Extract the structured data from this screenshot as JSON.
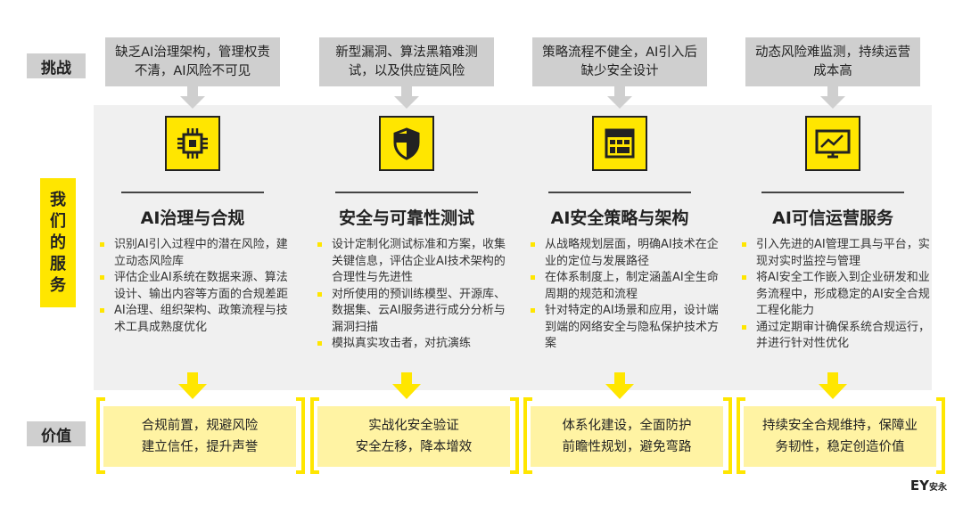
{
  "labels": {
    "challenge": "挑战",
    "services": "我们的服务",
    "value": "价值"
  },
  "columns": [
    {
      "challenge": "缺乏AI治理架构，管理权责不清，AI风险不可见",
      "icon": "chip-icon",
      "title": "AI治理与合规",
      "bullets": [
        "识别AI引入过程中的潜在风险，建立动态风险库",
        "评估企业AI系统在数据来源、算法设计、输出内容等方面的合规差距",
        "AI治理、组织架构、政策流程与技术工具成熟度优化"
      ],
      "value": "合规前置，规避风险\n建立信任，提升声誉"
    },
    {
      "challenge": "新型漏洞、算法黑箱难测试，以及供应链风险",
      "icon": "shield-icon",
      "title": "安全与可靠性测试",
      "bullets": [
        "设计定制化测试标准和方案，收集关键信息，评估企业AI技术架构的合理性与先进性",
        "对所使用的预训练模型、开源库、数据集、云AI服务进行成分分析与漏洞扫描",
        "模拟真实攻击者，对抗演练"
      ],
      "value": "实战化安全验证\n安全左移，降本增效"
    },
    {
      "challenge": "策略流程不健全，AI引入后缺少安全设计",
      "icon": "layout-icon",
      "title": "AI安全策略与架构",
      "bullets": [
        "从战略规划层面，明确AI技术在企业的定位与发展路径",
        "在体系制度上，制定涵盖AI全生命周期的规范和流程",
        "针对特定的AI场景和应用，设计端到端的网络安全与隐私保护技术方案"
      ],
      "value": "体系化建设，全面防护\n前瞻性规划，避免弯路"
    },
    {
      "challenge": "动态风险难监测，持续运营成本高",
      "icon": "monitor-chart-icon",
      "title": "AI可信运营服务",
      "bullets": [
        "引入先进的AI管理工具与平台，实现对实时监控与管理",
        "将AI安全工作嵌入到企业研发和业务流程中，形成稳定的AI安全合规工程化能力",
        "通过定期审计确保系统合规运行，并进行针对性优化"
      ],
      "value": "持续安全合规维持，保障业务韧性，稳定创造价值"
    }
  ],
  "logo": {
    "brand": "EY",
    "cn": "安永"
  }
}
